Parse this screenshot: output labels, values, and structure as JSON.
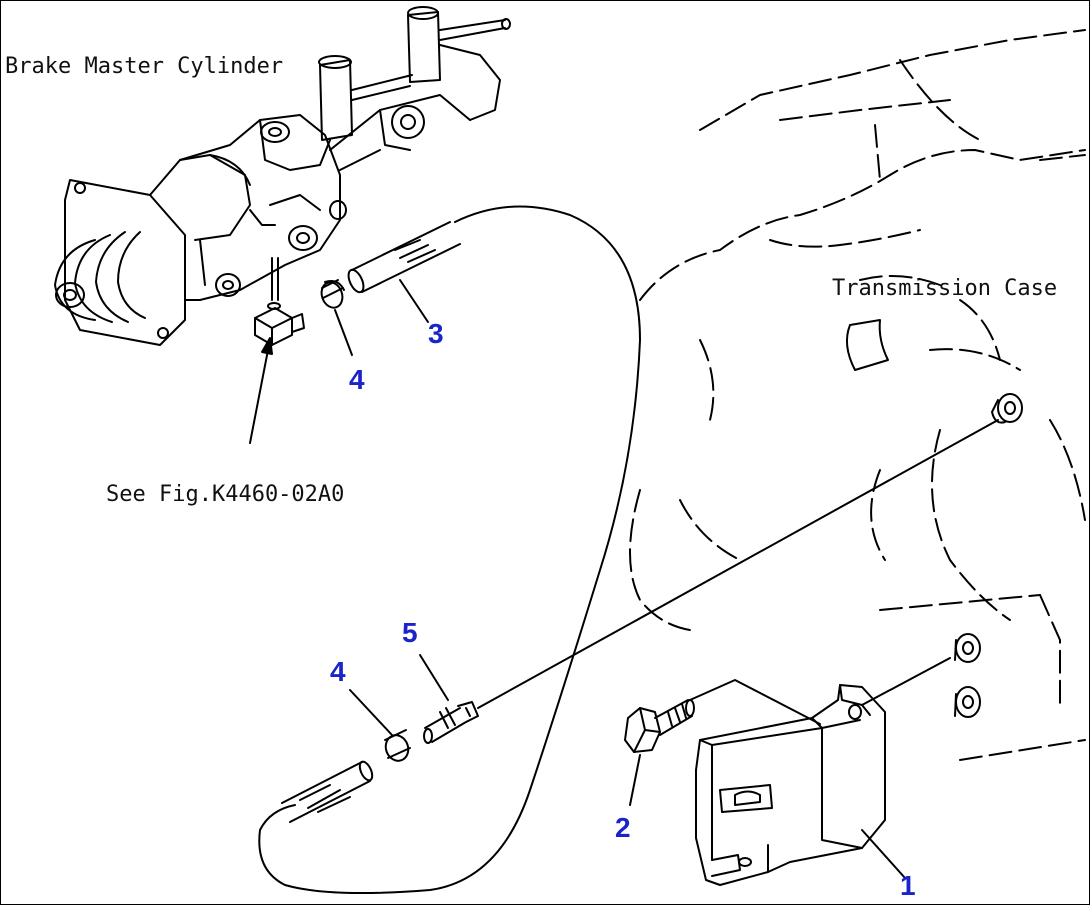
{
  "labels": {
    "brake_master_cylinder": "Brake Master Cylinder",
    "transmission_case": "Transmission Case",
    "see_fig": "See Fig.K4460-02A0"
  },
  "callouts": {
    "part_1": "1",
    "part_2": "2",
    "part_3": "3",
    "part_4_upper": "4",
    "part_4_lower": "4",
    "part_5": "5"
  },
  "colors": {
    "callout": "#1a24c8",
    "line": "#000000",
    "background": "#ffffff"
  }
}
